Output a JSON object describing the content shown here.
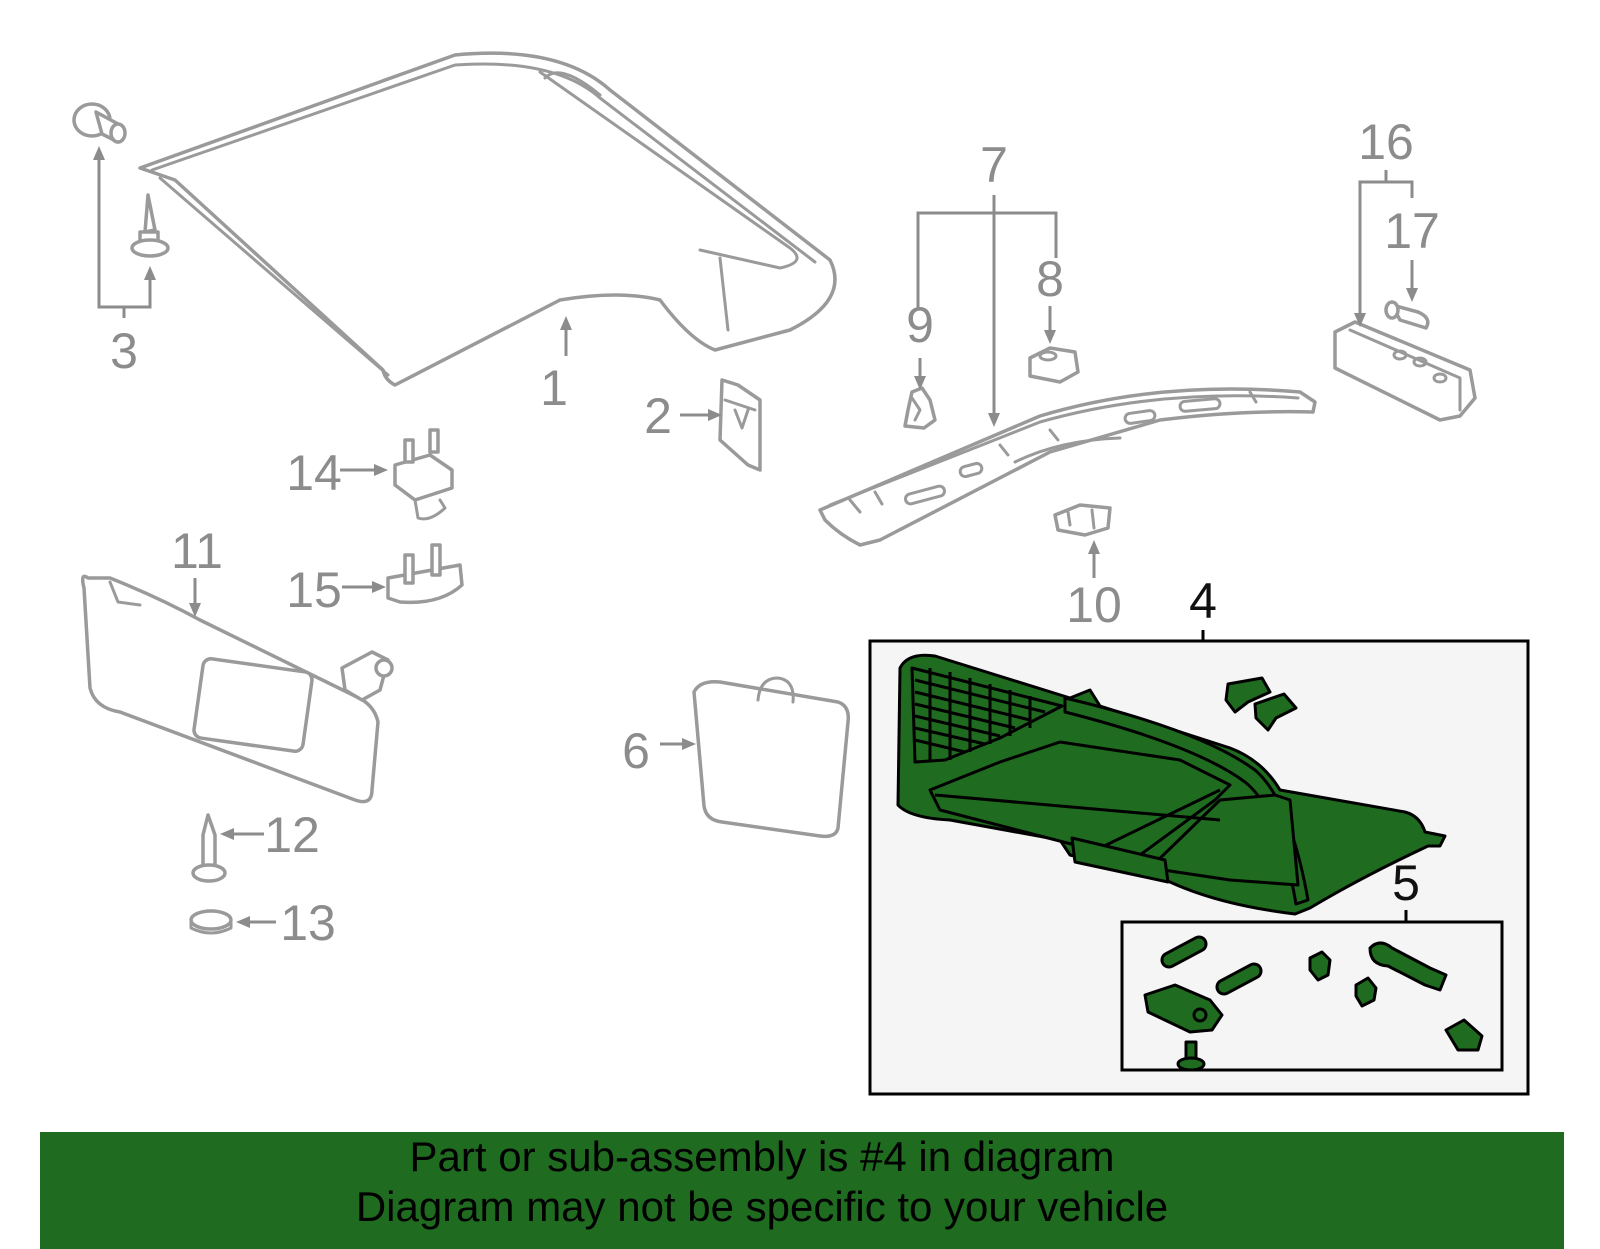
{
  "callouts": {
    "c1": "1",
    "c2": "2",
    "c3": "3",
    "c4": "4",
    "c5": "5",
    "c6": "6",
    "c7": "7",
    "c8": "8",
    "c9": "9",
    "c10": "10",
    "c11": "11",
    "c12": "12",
    "c13": "13",
    "c14": "14",
    "c15": "15",
    "c16": "16",
    "c17": "17"
  },
  "highlight": {
    "part_number": "4",
    "color": "#1f6b1f"
  },
  "banner": {
    "line1": "Part or sub-assembly is #4 in diagram",
    "line2": "Diagram may not be specific to your vehicle",
    "background": "#1f6b1f"
  }
}
